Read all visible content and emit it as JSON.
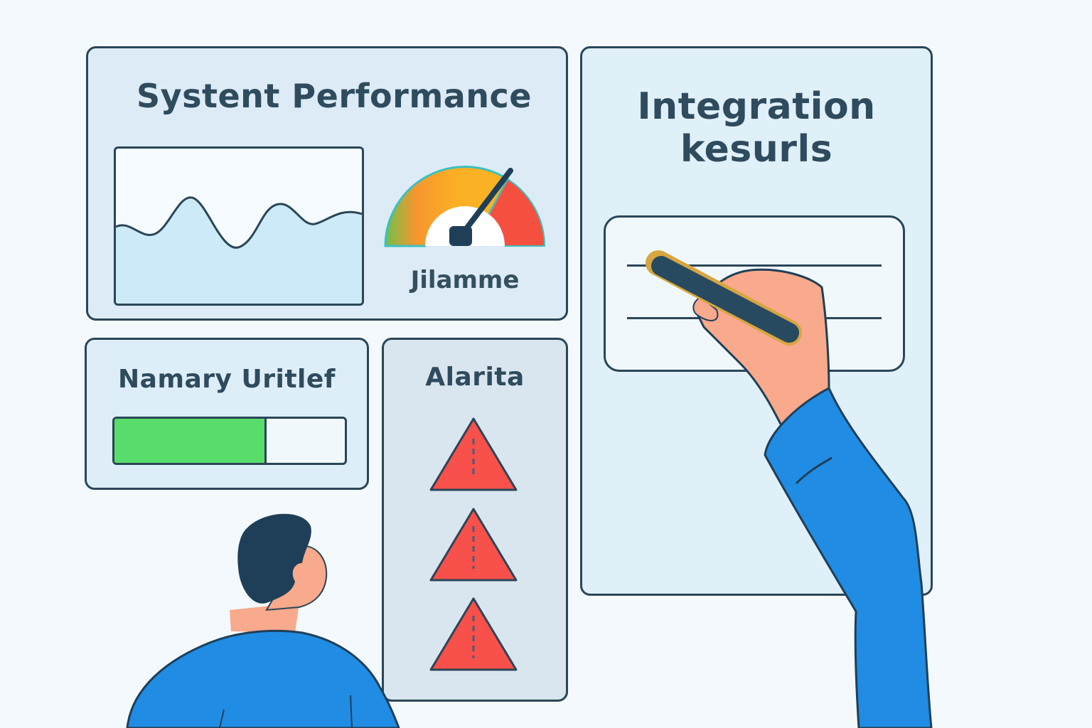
{
  "performance_panel": {
    "title": "Systent Performance",
    "gauge_label": "Jilamme",
    "gauge_value_percent": 70
  },
  "integration_panel": {
    "title_line1": "Integration",
    "title_line2": "kesurls"
  },
  "memory_panel": {
    "title": "Namary Uritlef",
    "progress_percent": 66
  },
  "alerts_panel": {
    "title": "Alarita",
    "alerts": [
      {
        "icon": "warning-triangle-icon"
      },
      {
        "icon": "warning-triangle-icon"
      },
      {
        "icon": "warning-triangle-icon"
      }
    ]
  },
  "colors": {
    "outline": "#2a4658",
    "title_text": "#2f4b5e",
    "wave_fill": "#cdeaf9",
    "progress_green": "#58dc6a",
    "alert_red": "#f8504a",
    "gauge_orange": "#f7962f",
    "gauge_yellow": "#fbb124",
    "gauge_red": "#f5503f",
    "shirt_blue": "#218ce3",
    "skin": "#f9a98c",
    "hair": "#1f3f58"
  },
  "chart_data": {
    "type": "area",
    "title": "",
    "x": [
      0,
      1,
      2,
      3,
      4,
      5,
      6,
      7,
      8,
      9,
      10,
      11,
      12
    ],
    "values": [
      52,
      50,
      44,
      54,
      73,
      60,
      40,
      48,
      70,
      62,
      56,
      60,
      58
    ],
    "xlabel": "",
    "ylabel": "",
    "ylim": [
      0,
      100
    ]
  }
}
